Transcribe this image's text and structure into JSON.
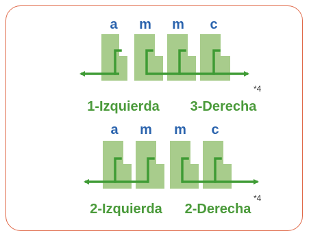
{
  "colors": {
    "frame": "#e06a4a",
    "block": "#a8cc8c",
    "block_step": "#94bf77",
    "arrow": "#3f9b35",
    "letter": "#2a63ad",
    "label": "#4a9a3a"
  },
  "diagrams": [
    {
      "letters": [
        "a",
        "m",
        "m",
        "c"
      ],
      "left_label": "1-Izquierda",
      "right_label": "3-Derecha",
      "note": "*4"
    },
    {
      "letters": [
        "a",
        "m",
        "m",
        "c"
      ],
      "left_label": "2-Izquierda",
      "right_label": "2-Derecha",
      "note": "*4"
    }
  ]
}
